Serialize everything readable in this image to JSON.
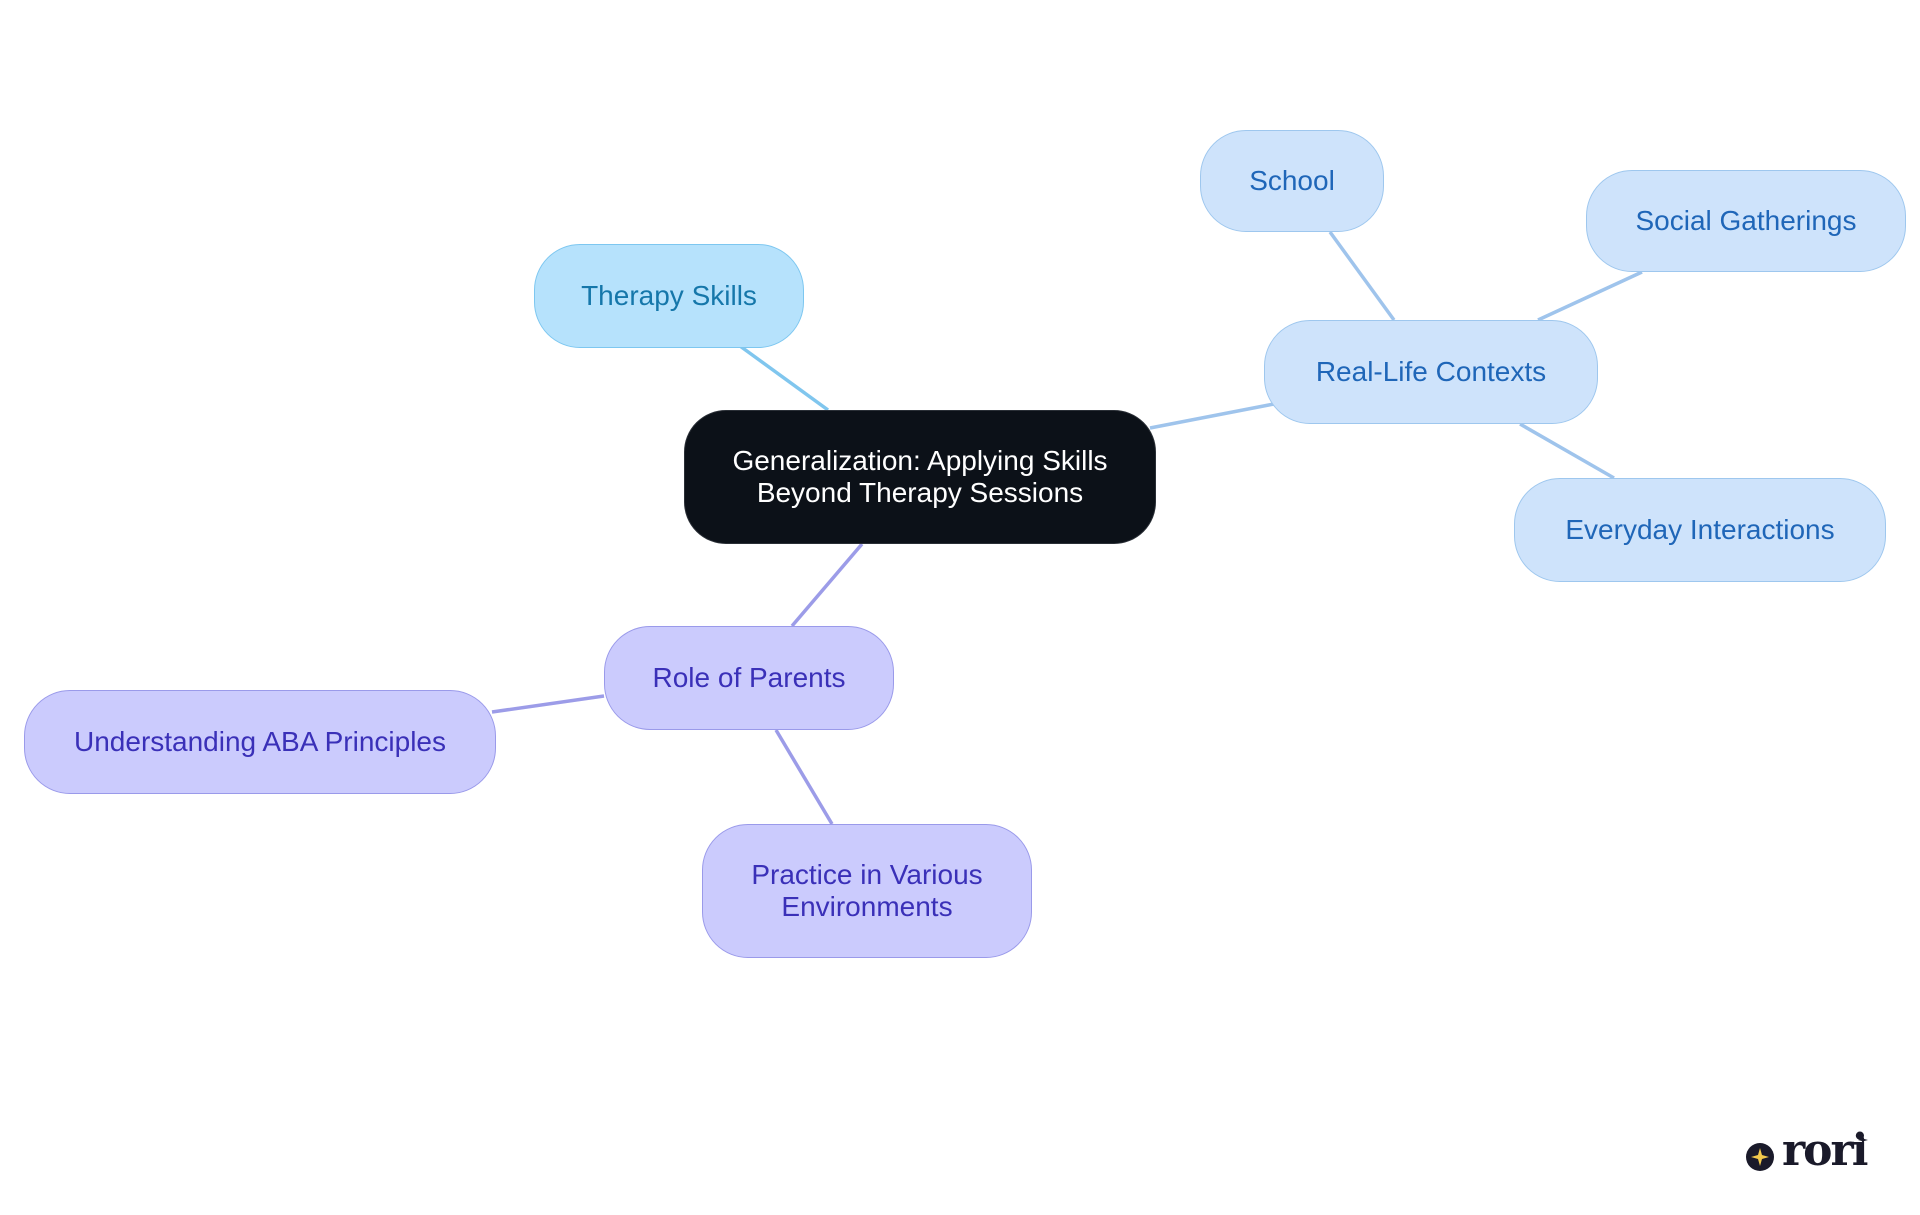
{
  "diagram": {
    "center": "Generalization: Applying Skills\nBeyond Therapy Sessions",
    "therapy_skills": "Therapy Skills",
    "real_life_contexts": "Real-Life Contexts",
    "school": "School",
    "social_gatherings": "Social Gatherings",
    "everyday_interactions": "Everyday Interactions",
    "role_of_parents": "Role of Parents",
    "understanding_aba": "Understanding ABA Principles",
    "practice_environments": "Practice in Various\nEnvironments"
  },
  "colors": {
    "center_fill": "#0c1118",
    "sky_fill": "#b6e2fc",
    "blue_fill": "#cee3fb",
    "purple_fill": "#cbcbfd",
    "sky_line": "#80c6ee",
    "blue_line": "#9fc4ec",
    "purple_line": "#9c9ce8"
  },
  "brand": {
    "logo": "rori"
  }
}
